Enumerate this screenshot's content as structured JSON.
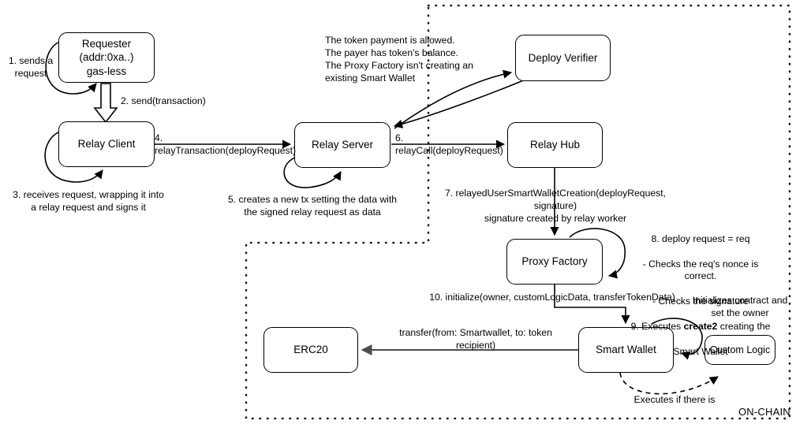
{
  "diagram": {
    "title_marker": "ON-CHAIN",
    "nodes": [
      {
        "id": "requester",
        "label": "Requester\n(addr:0xa..)\ngas-less"
      },
      {
        "id": "relay-client",
        "label": "Relay Client"
      },
      {
        "id": "relay-server",
        "label": "Relay Server"
      },
      {
        "id": "relay-hub",
        "label": "Relay Hub"
      },
      {
        "id": "deploy-verifier",
        "label": "Deploy Verifier"
      },
      {
        "id": "proxy-factory",
        "label": "Proxy Factory"
      },
      {
        "id": "smart-wallet",
        "label": "Smart Wallet"
      },
      {
        "id": "custom-logic",
        "label": "Custom Logic"
      },
      {
        "id": "erc20",
        "label": "ERC20"
      }
    ],
    "labels": {
      "step1": "1. sends a\nrequest",
      "step2": "2. send(transaction)",
      "step3": "3. receives request, wrapping it into\na relay request and signs it",
      "step4": "4. relayTransaction(deployRequest)",
      "step5": "5. creates a new tx setting the data with\nthe signed relay request as data",
      "step6": "6. relayCall(deployRequest)",
      "step7": "7. relayedUserSmartWalletCreation(deployRequest, signature)\nsignature created by relay worker",
      "step8_line1": "8. deploy request = req",
      "step8_line2": "- Checks the req's nonce is correct.",
      "step8_line3": "- Checks the signature",
      "step9_prefix": "9. Executes ",
      "step9_bold": "create2",
      "step9_suffix": " creating the",
      "step9_line2": "Smart Wallet",
      "step10": "10. initialize(owner, customLogicData, transferTokenData)",
      "verifier_note": "The token payment is allowed.\nThe payer has token's balance.\nThe Proxy Factory isn't creating an\nexisting Smart Wallet",
      "transfer": "transfer(from: Smartwallet, to: token recipient)",
      "initializes": "Initializes contract and\nset the owner",
      "executes_if": "Executes if there is",
      "onchain": "ON-CHAIN"
    },
    "colors": {
      "stroke": "#000000",
      "background": "#ffffff",
      "transfer_arrow": "#4d4d4d",
      "boundary": "#1a1a1a"
    }
  }
}
